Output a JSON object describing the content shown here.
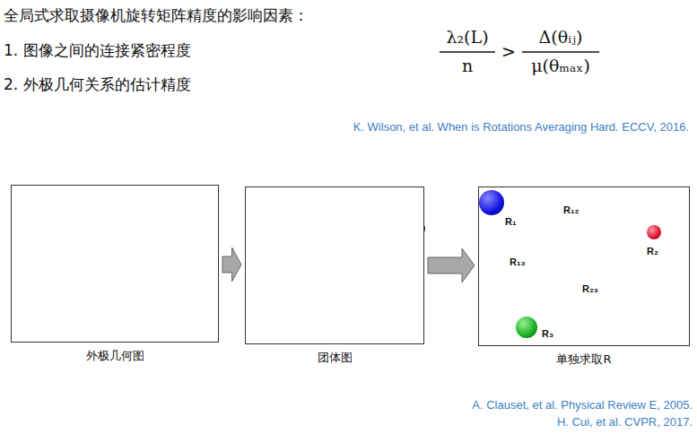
{
  "diagram": {
    "title": "全局式求取摄像机旋转矩阵精度的影响因素：",
    "nodes": [
      {
        "text": [
          "外极几何图"
        ]
      },
      {
        "text": [
          "团体图"
        ]
      },
      {
        "text": [
          "单独求取R"
        ]
      },
      {
        "text": [
          "R₁"
        ],
        "in": 2
      },
      {
        "text": [
          "R₂"
        ],
        "in": 2
      },
      {
        "text": [
          "R₃"
        ],
        "in": 2
      }
    ],
    "edges": [
      {
        "from": 0,
        "to": 1,
        "arrow": "to"
      },
      {
        "from": 1,
        "to": 2,
        "arrow": "to"
      },
      {
        "from": 3,
        "to": 4,
        "label": "R₁₂",
        "arrow": "none"
      },
      {
        "from": 3,
        "to": 5,
        "label": "R₁₃",
        "arrow": "none"
      },
      {
        "from": 4,
        "to": 5,
        "label": "R₂₃",
        "arrow": "none"
      }
    ],
    "labels": [
      "1. 图像之间的连接紧密程度",
      "2. 外极几何关系的估计精度",
      "λ₂(L)",
      "n",
      ">",
      "Δ(θᵢⱼ)",
      "μ(θₘₐₓ)",
      "K. Wilson, et al. When is Rotations Averaging Hard. ECCV, 2016.",
      "A. Clauset, et al. Physical Review E, 2005.",
      "H. Cui, et al. CVPR, 2017."
    ]
  }
}
